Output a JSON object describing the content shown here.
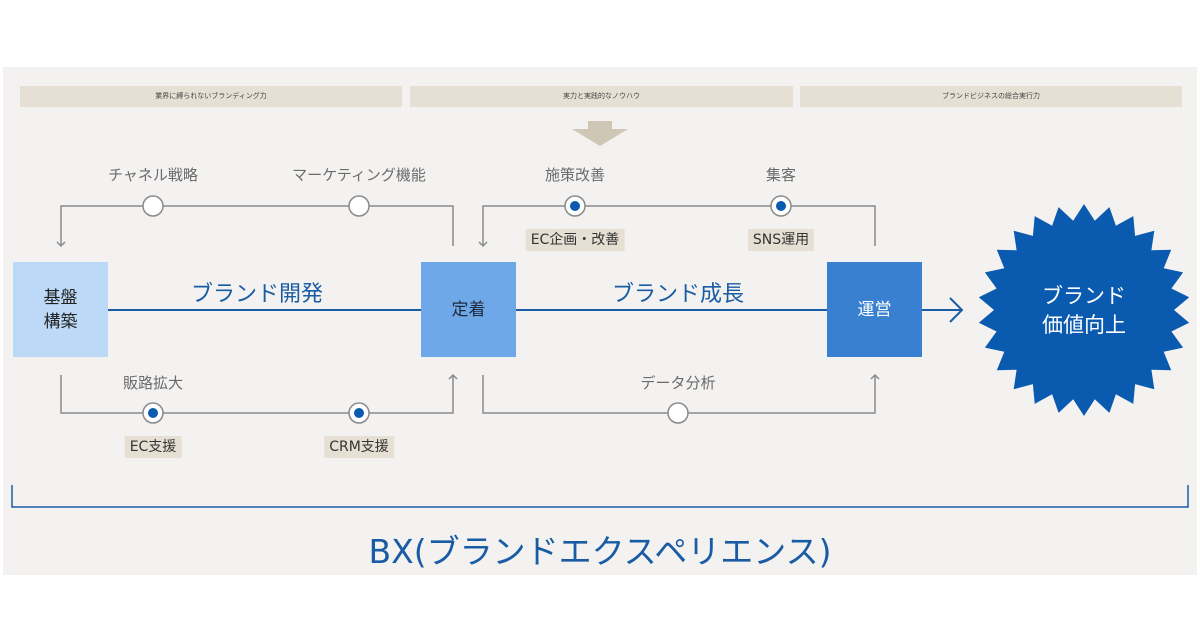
{
  "header_tags": [
    "業界に縛られないブランディング力",
    "実力と実践的なノウハウ",
    "ブランドビジネスの総合実行力"
  ],
  "stages": {
    "foundation": "基盤\n構築",
    "establish": "定着",
    "operate": "運営"
  },
  "phases": {
    "development": "ブランド開発",
    "growth": "ブランド成長"
  },
  "top_labels": {
    "channel": "チャネル戦略",
    "marketing": "マーケティング機能",
    "measures": "施策改善",
    "attract": "集客"
  },
  "bottom_labels": {
    "sales_route": "販路拡大",
    "data": "データ分析"
  },
  "tags": {
    "ec_plan": "EC企画・改善",
    "sns": "SNS運用",
    "ec_support": "EC支援",
    "crm": "CRM支援"
  },
  "goal": "ブランド\n価値向上",
  "title": "BX(ブランドエクスペリエンス)",
  "colors": {
    "foundation": "#bcd9f7",
    "establish": "#6ea8e8",
    "operate": "#3a80d0",
    "goal": "#0a5bb0",
    "line": "#1a5ca3",
    "loop": "#8a8a8a",
    "tag_bg": "#e6e0d4",
    "panel_bg": "#f3f2f1"
  }
}
